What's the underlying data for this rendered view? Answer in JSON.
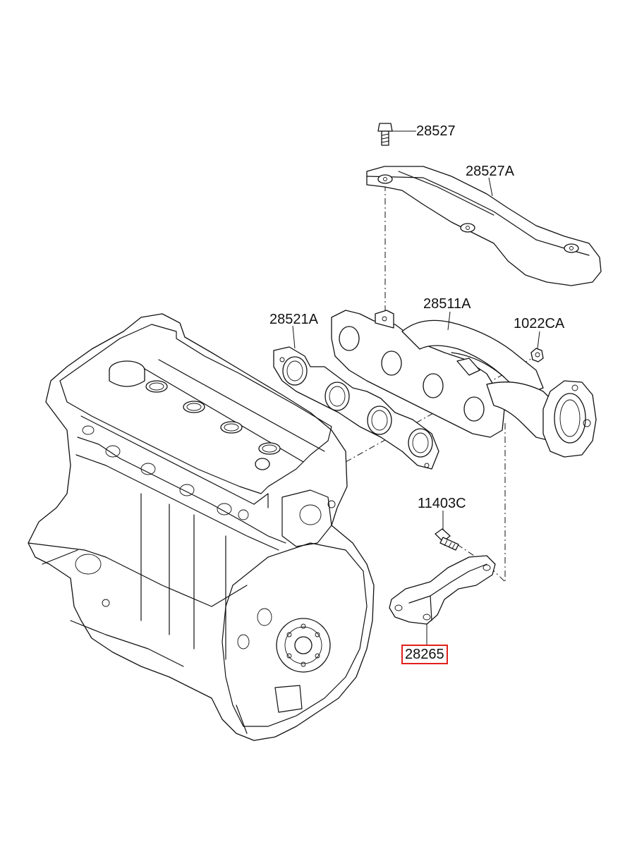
{
  "parts": [
    {
      "id": "bolt",
      "number": "28527",
      "highlighted": false
    },
    {
      "id": "heat-shield",
      "number": "28527A",
      "highlighted": false
    },
    {
      "id": "exhaust-manifold",
      "number": "28511A",
      "highlighted": false
    },
    {
      "id": "manifold-gasket",
      "number": "28521A",
      "highlighted": false
    },
    {
      "id": "nut",
      "number": "1022CA",
      "highlighted": false
    },
    {
      "id": "stay-bolt",
      "number": "11403C",
      "highlighted": false
    },
    {
      "id": "manifold-stay",
      "number": "28265",
      "highlighted": true
    }
  ],
  "colors": {
    "highlight": "#e0201c",
    "line": "#111111"
  }
}
